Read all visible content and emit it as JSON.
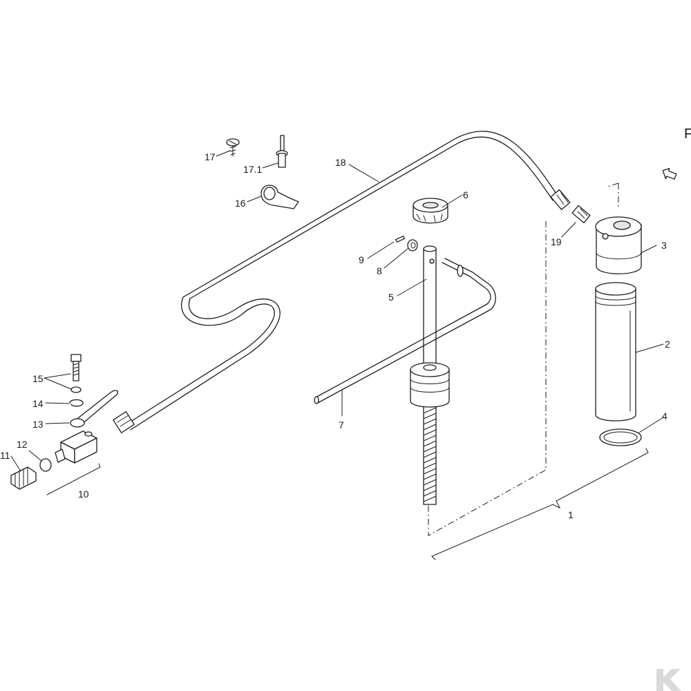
{
  "diagram": {
    "view_marker": "F",
    "callouts": {
      "p1": "1",
      "p2": "2",
      "p3": "3",
      "p4": "4",
      "p5": "5",
      "p6": "6",
      "p7": "7",
      "p8": "8",
      "p9": "9",
      "p10": "10",
      "p11": "11",
      "p12": "12",
      "p13": "13",
      "p14": "14",
      "p15": "15",
      "p16": "16",
      "p17": "17",
      "p17_1": "17.1",
      "p18": "18",
      "p19": "19"
    }
  },
  "colors": {
    "line": "#1a1a1a",
    "background": "#ffffff",
    "logo": "#d9d9d9"
  },
  "icons": [
    "view-direction-arrow-icon",
    "brand-logo-icon"
  ]
}
